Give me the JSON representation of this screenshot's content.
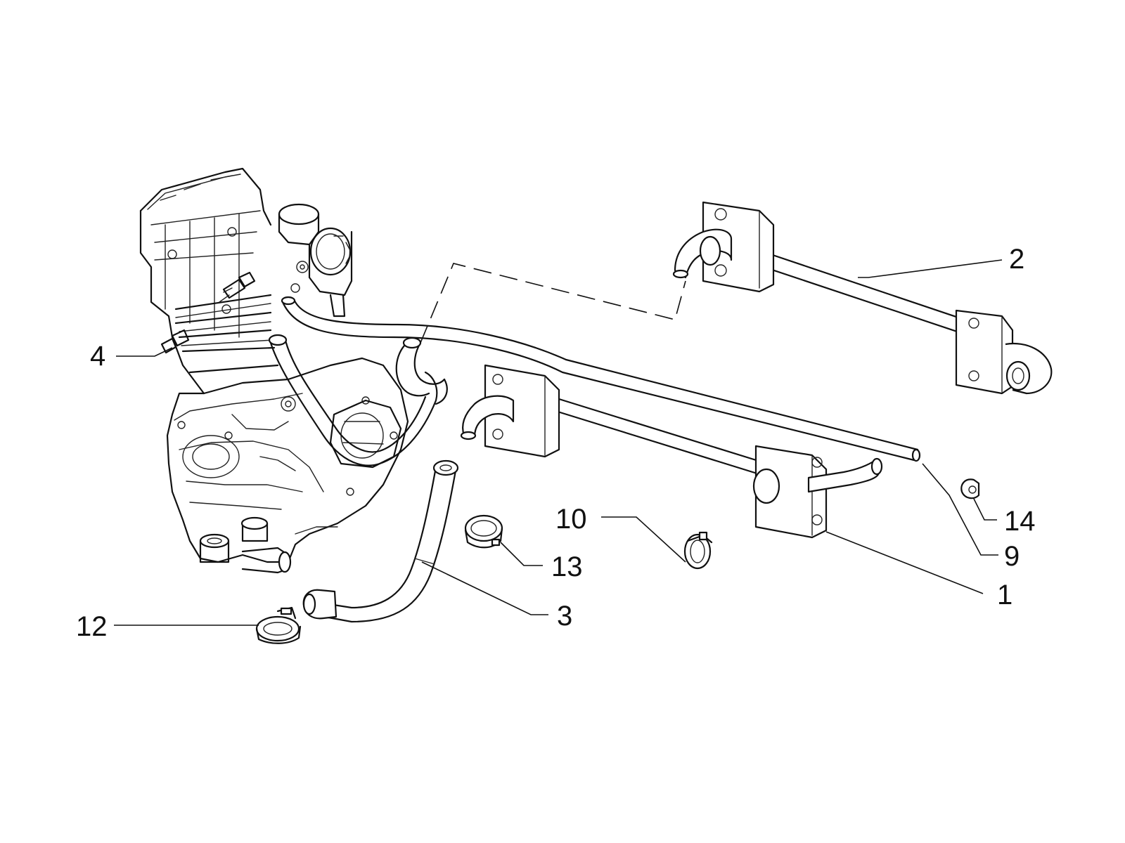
{
  "callouts": {
    "c1": "1",
    "c2": "2",
    "c3": "3",
    "c4": "4",
    "c9": "9",
    "c10": "10",
    "c12": "12",
    "c13": "13",
    "c14": "14"
  }
}
